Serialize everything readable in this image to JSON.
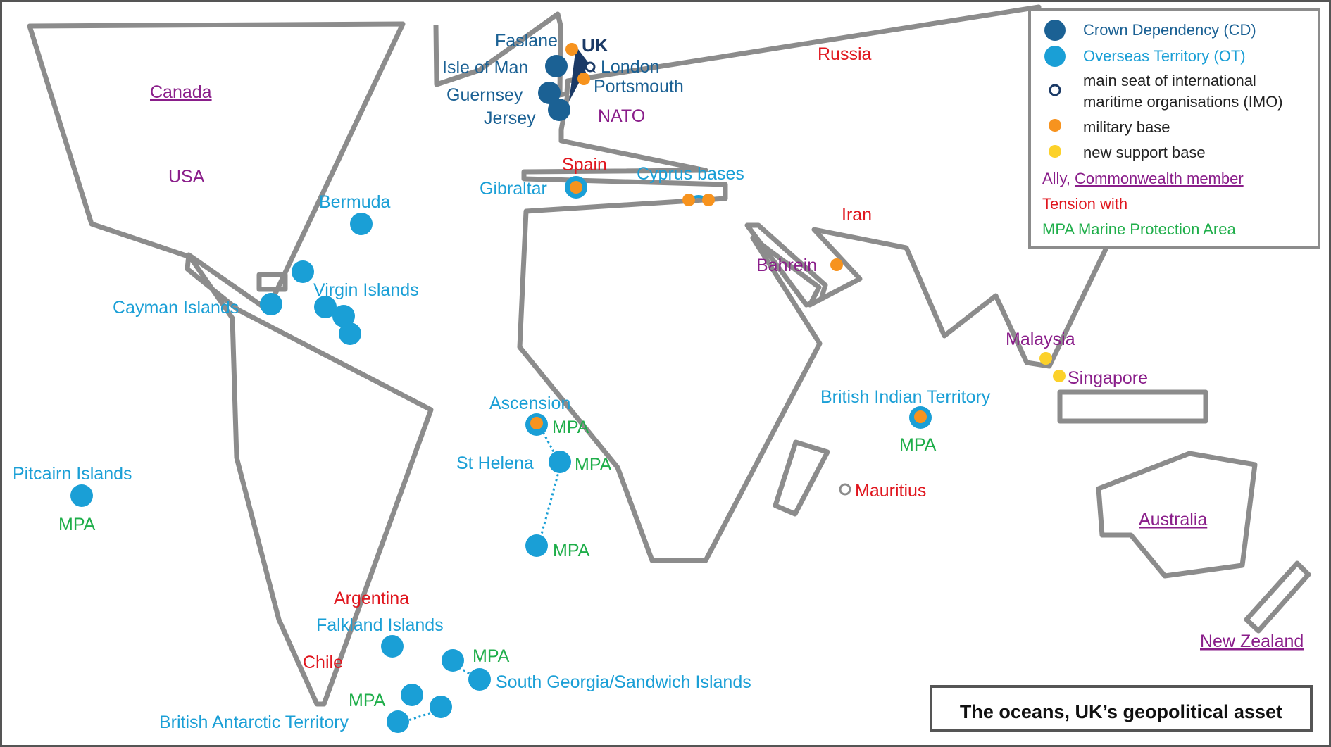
{
  "title": "The oceans, UK’s geopolitical asset",
  "colors": {
    "crown_dependency": "#1b6194",
    "overseas_territory": "#1a9fd6",
    "military_base": "#f7931e",
    "support_base": "#fcd12a",
    "ally": "#8a1e8a",
    "tension": "#e0161e",
    "mpa": "#1fae4a",
    "uk_dark": "#1b3a66",
    "outline": "#8c8c8c"
  },
  "legend": {
    "crown_dependency": "Crown Dependency (CD)",
    "overseas_territory": "Overseas Territory (OT)",
    "imo_line1": "main seat of international",
    "imo_line2": "maritime organisations (IMO)",
    "military_base": "military base",
    "support_base": "new support base",
    "ally_prefix": "Ally, ",
    "commonwealth": "Commonwealth member",
    "tension": "Tension with",
    "mpa": "MPA Marine Protection Area"
  },
  "places": {
    "uk": "UK",
    "faslane": "Faslane",
    "london": "London",
    "portsmouth": "Portsmouth",
    "isle_of_man": "Isle of Man",
    "guernsey": "Guernsey",
    "jersey": "Jersey",
    "nato": "NATO",
    "russia": "Russia",
    "canada": "Canada",
    "usa": "USA",
    "spain": "Spain",
    "gibraltar": "Gibraltar",
    "cyprus_bases": "Cyprus bases",
    "iran": "Iran",
    "bahrein": "Bahrein",
    "bermuda": "Bermuda",
    "cayman": "Cayman Islands",
    "virgin": "Virgin Islands",
    "malaysia": "Malaysia",
    "singapore": "Singapore",
    "ascension": "Ascension",
    "st_helena": "St Helena",
    "biot": "British Indian Territory",
    "mauritius": "Mauritius",
    "pitcairn": "Pitcairn Islands",
    "australia": "Australia",
    "new_zealand": "New Zealand",
    "argentina": "Argentina",
    "falklands": "Falkland Islands",
    "chile": "Chile",
    "south_georgia": "South Georgia/Sandwich Islands",
    "bat": "British Antarctic Territory",
    "mpa": "MPA"
  }
}
